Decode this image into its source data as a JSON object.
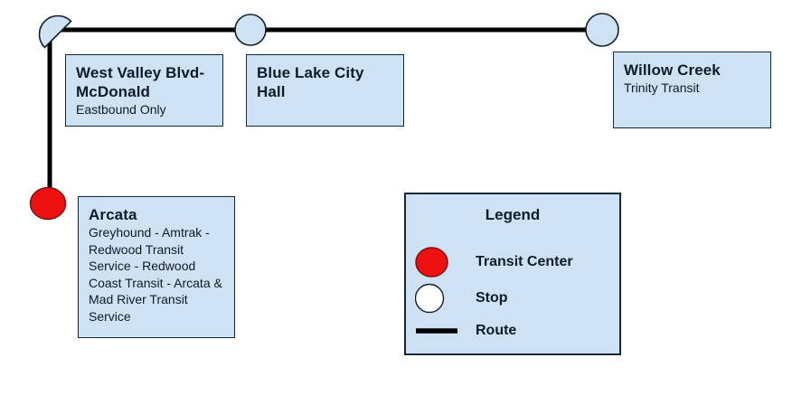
{
  "colors": {
    "page-bg": "#ffffff",
    "box-fill": "#cfe2f3",
    "box-border": "#14283c",
    "marker-stroke": "#14202c",
    "text": "#0e1b29",
    "route": "#000000",
    "stop-fill": "#cfe2f3",
    "transit-center-fill": "#ee1111",
    "transit-center-stroke": "#7a1010",
    "legend-stop-fill": "#ffffff"
  },
  "stop_boxes": [
    {
      "title": "West Valley Blvd-McDonald",
      "subtitle": "Eastbound Only"
    },
    {
      "title": "Blue Lake City Hall",
      "subtitle": ""
    },
    {
      "title": "Willow Creek",
      "subtitle": "Trinity Transit"
    },
    {
      "title": "Arcata",
      "subtitle": "Greyhound - Amtrak - Redwood Transit Service - Redwood Coast Transit - Arcata & Mad River Transit Service"
    }
  ],
  "legend": {
    "title": "Legend",
    "items": [
      {
        "label": "Transit Center",
        "swatch": "transit-center-circle"
      },
      {
        "label": "Stop",
        "swatch": "stop-circle"
      },
      {
        "label": "Route",
        "swatch": "route-line"
      }
    ]
  }
}
